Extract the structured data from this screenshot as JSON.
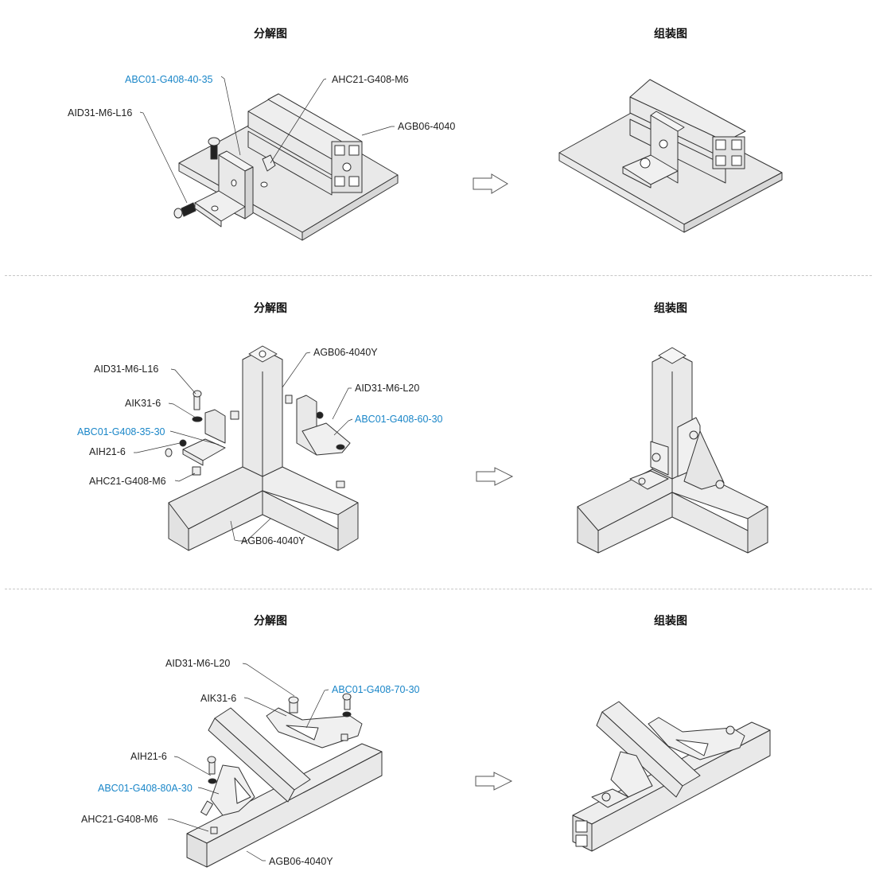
{
  "headings": {
    "exploded": "分解图",
    "assembled": "组装图"
  },
  "colors": {
    "part_label": "#222222",
    "bracket_label_accent": "#1a86c8",
    "divider": "#c8c8c8",
    "part_fill": "#e8e8e8",
    "outline": "#333333"
  },
  "sections": [
    {
      "exploded_title": "分解图",
      "assembled_title": "组装图",
      "labels": {
        "bracket": "ABC01-G408-40-35",
        "tnut": "AHC21-G408-M6",
        "bolt": "AID31-M6-L16",
        "profile": "AGB06-4040"
      }
    },
    {
      "exploded_title": "分解图",
      "assembled_title": "组装图",
      "labels": {
        "bolt_left": "AID31-M6-L16",
        "washer_left": "AIK31-6",
        "bracket_left": "ABC01-G408-35-30",
        "spring_washer": "AIH21-6",
        "tnut": "AHC21-G408-M6",
        "profile_top": "AGB06-4040Y",
        "bolt_right": "AID31-M6-L20",
        "bracket_right": "ABC01-G408-60-30",
        "profile_bottom": "AGB06-4040Y"
      }
    },
    {
      "exploded_title": "分解图",
      "assembled_title": "组装图",
      "labels": {
        "bolt": "AID31-M6-L20",
        "washer": "AIK31-6",
        "bracket_top": "ABC01-G408-70-30",
        "spring_washer": "AIH21-6",
        "bracket_left": "ABC01-G408-80A-30",
        "tnut": "AHC21-G408-M6",
        "profile": "AGB06-4040Y"
      }
    }
  ],
  "icons": {
    "arrow": "right-arrow-outline"
  }
}
